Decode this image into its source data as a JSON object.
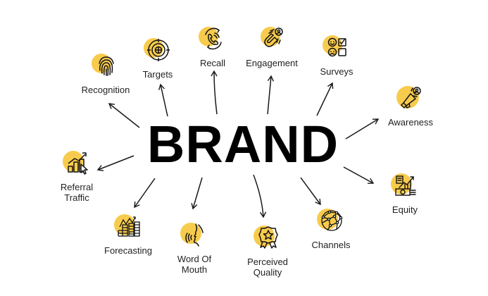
{
  "center": {
    "title": "BRAND"
  },
  "colors": {
    "accent_yellow": "#F7CB4D",
    "line": "#1a1a1a",
    "text": "#1f1f1f"
  },
  "nodes": [
    {
      "id": "recognition",
      "label": "Recognition",
      "icon": "fingerprint-icon"
    },
    {
      "id": "targets",
      "label": "Targets",
      "icon": "target-crosshair-icon"
    },
    {
      "id": "recall",
      "label": "Recall",
      "icon": "phone-call-icon"
    },
    {
      "id": "engagement",
      "label": "Engagement",
      "icon": "magnet-user-icon"
    },
    {
      "id": "surveys",
      "label": "Surveys",
      "icon": "survey-checklist-icon"
    },
    {
      "id": "awareness",
      "label": "Awareness",
      "icon": "megaphone-icon"
    },
    {
      "id": "equity",
      "label": "Equity",
      "icon": "money-growth-icon"
    },
    {
      "id": "channels",
      "label": "Channels",
      "icon": "network-globe-icon"
    },
    {
      "id": "perceived_quality",
      "label_line1": "Perceived",
      "label_line2": "Quality",
      "icon": "award-badge-icon"
    },
    {
      "id": "word_of_mouth",
      "label_line1": "Word Of",
      "label_line2": "Mouth",
      "icon": "speaking-face-icon"
    },
    {
      "id": "forecasting",
      "label": "Forecasting",
      "icon": "chart-forecast-icon"
    },
    {
      "id": "referral_traffic",
      "label_line1": "Referral",
      "label_line2": "Traffic",
      "icon": "traffic-chart-cursor-icon"
    }
  ]
}
